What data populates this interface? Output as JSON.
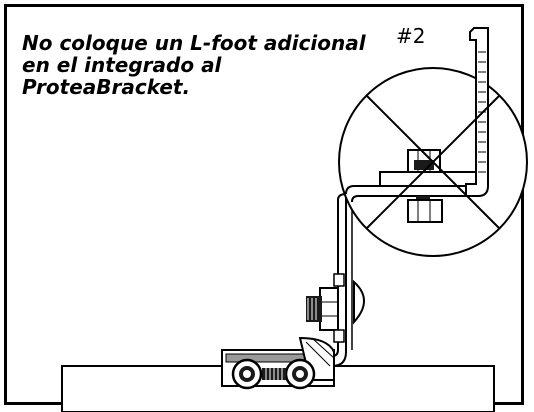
{
  "note": {
    "lines": [
      "No coloque un L-foot adicional",
      "en el integrado al",
      "ProteaBracket."
    ]
  },
  "step_label": "#2",
  "colors": {
    "line": "#000000",
    "fill_light": "#ffffff",
    "fill_dark": "#1a1a1a",
    "fill_grey": "#9a9a9a"
  }
}
